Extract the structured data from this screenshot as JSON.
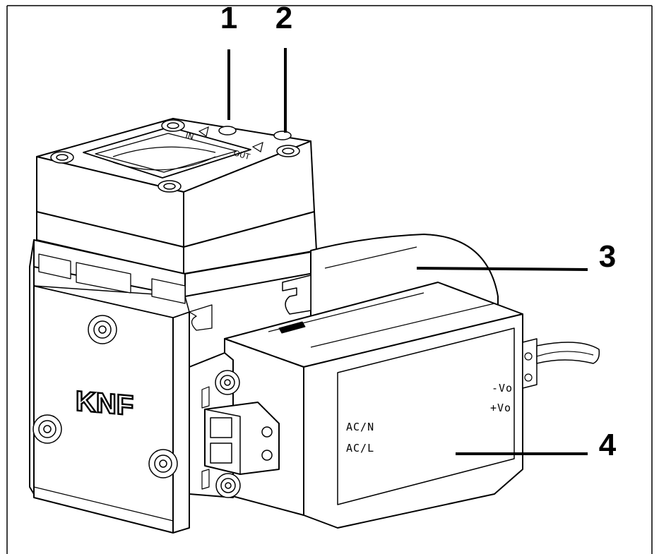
{
  "callouts": {
    "c1": "1",
    "c2": "2",
    "c3": "3",
    "c4": "4"
  },
  "psu_labels": {
    "ac_n": "AC/N",
    "ac_l": "AC/L",
    "minus_vo": "-Vo",
    "plus_vo": "+Vo"
  },
  "brand": {
    "logo_text": "KNF"
  },
  "port_marks": {
    "in": "IN",
    "out": "OUT"
  },
  "colors": {
    "line": "#000000",
    "background": "#ffffff"
  }
}
